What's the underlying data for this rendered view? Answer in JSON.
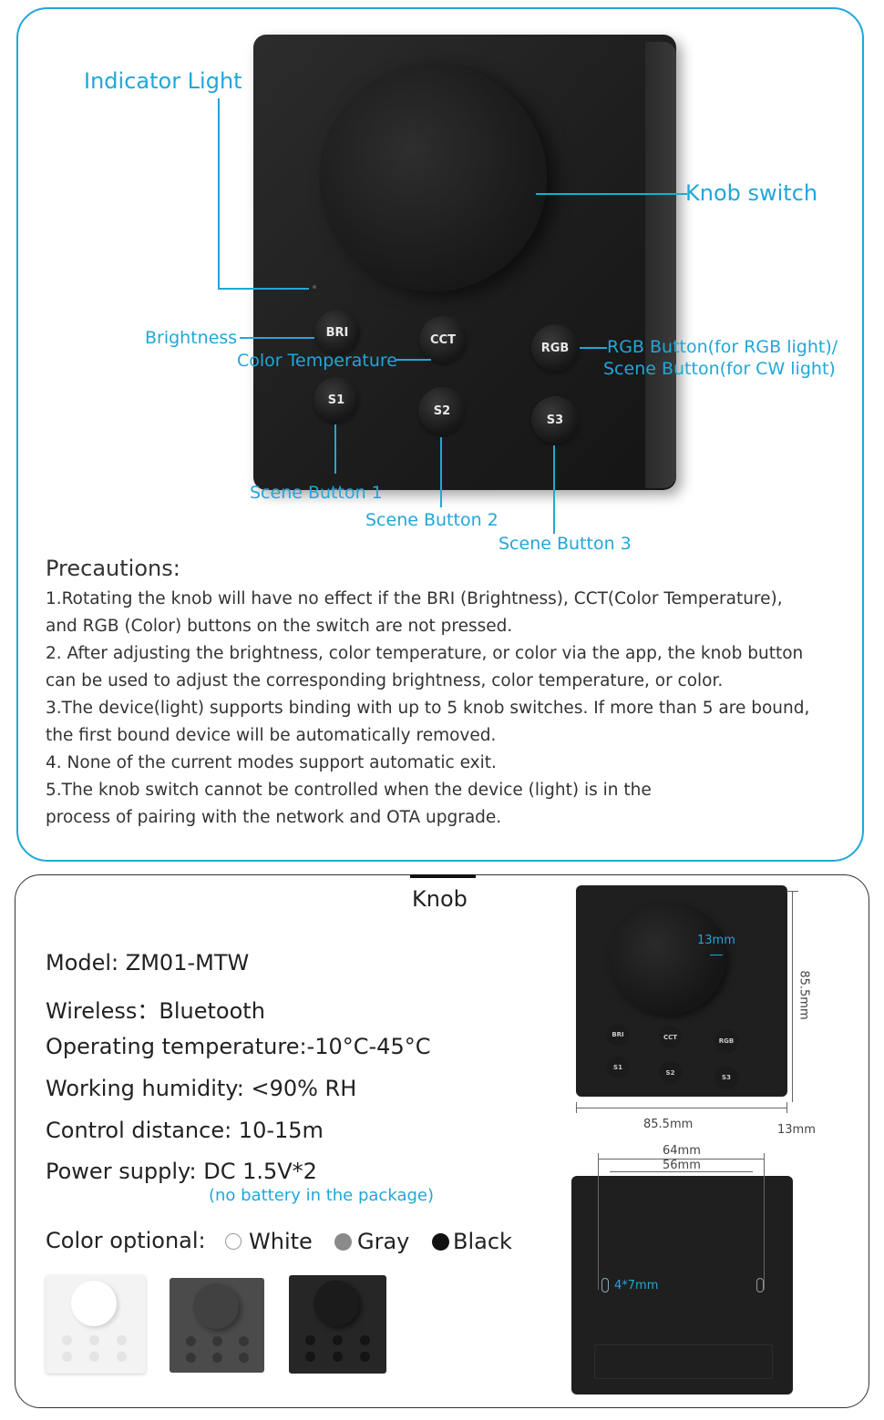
{
  "diagram": {
    "callouts": {
      "indicator_light": "Indicator Light",
      "knob_switch": "Knob switch",
      "brightness": "Brightness",
      "color_temperature": "Color Temperature",
      "rgb_button_line1": "RGB Button(for RGB light)/",
      "rgb_button_line2": "Scene Button(for CW light)",
      "scene_button_1": "Scene Button 1",
      "scene_button_2": "Scene Button 2",
      "scene_button_3": "Scene Button 3"
    },
    "device_buttons": {
      "bri": "BRI",
      "cct": "CCT",
      "rgb": "RGB",
      "s1": "S1",
      "s2": "S2",
      "s3": "S3"
    }
  },
  "precautions": {
    "title": "Precautions:",
    "lines": [
      "1.Rotating the knob will have no effect if the BRI (Brightness), CCT(Color Temperature),",
      "and RGB (Color) buttons on the switch are not pressed.",
      "2. After adjusting the brightness, color temperature, or color via the app, the knob button",
      "can be used to adjust the corresponding brightness, color temperature, or color.",
      "3.The device(light) supports binding with up to 5 knob switches. If more than 5 are bound,",
      "the first bound device will be automatically removed.",
      "4. None of the current modes support automatic exit.",
      "5.The knob switch cannot be controlled when the device (light) is in the",
      "process of pairing with the network and OTA upgrade."
    ]
  },
  "specs": {
    "header": "Knob",
    "model": "Model: ZM01-MTW",
    "wireless": "Wireless：Bluetooth",
    "operating_temperature": "Operating temperature:-10°C-45°C",
    "working_humidity": "Working humidity: <90% RH",
    "control_distance": "Control distance: 10-15m",
    "power_supply": "Power supply: DC 1.5V*2",
    "power_note": "(no battery in the package)",
    "color_optional_label": "Color optional:",
    "colors": [
      {
        "name": "White",
        "swatch": "#ffffff"
      },
      {
        "name": "Gray",
        "swatch": "#8a8a8a"
      },
      {
        "name": "Black",
        "swatch": "#111111"
      }
    ]
  },
  "dimensions": {
    "knob_depth": "13mm",
    "height": "85.5mm",
    "width": "85.5mm",
    "depth": "13mm",
    "hole_spacing_outer": "64mm",
    "hole_spacing_inner": "56mm",
    "slot": "4*7mm"
  },
  "colors": {
    "accent": "#21a7d8",
    "device": "#1e1e1e"
  }
}
